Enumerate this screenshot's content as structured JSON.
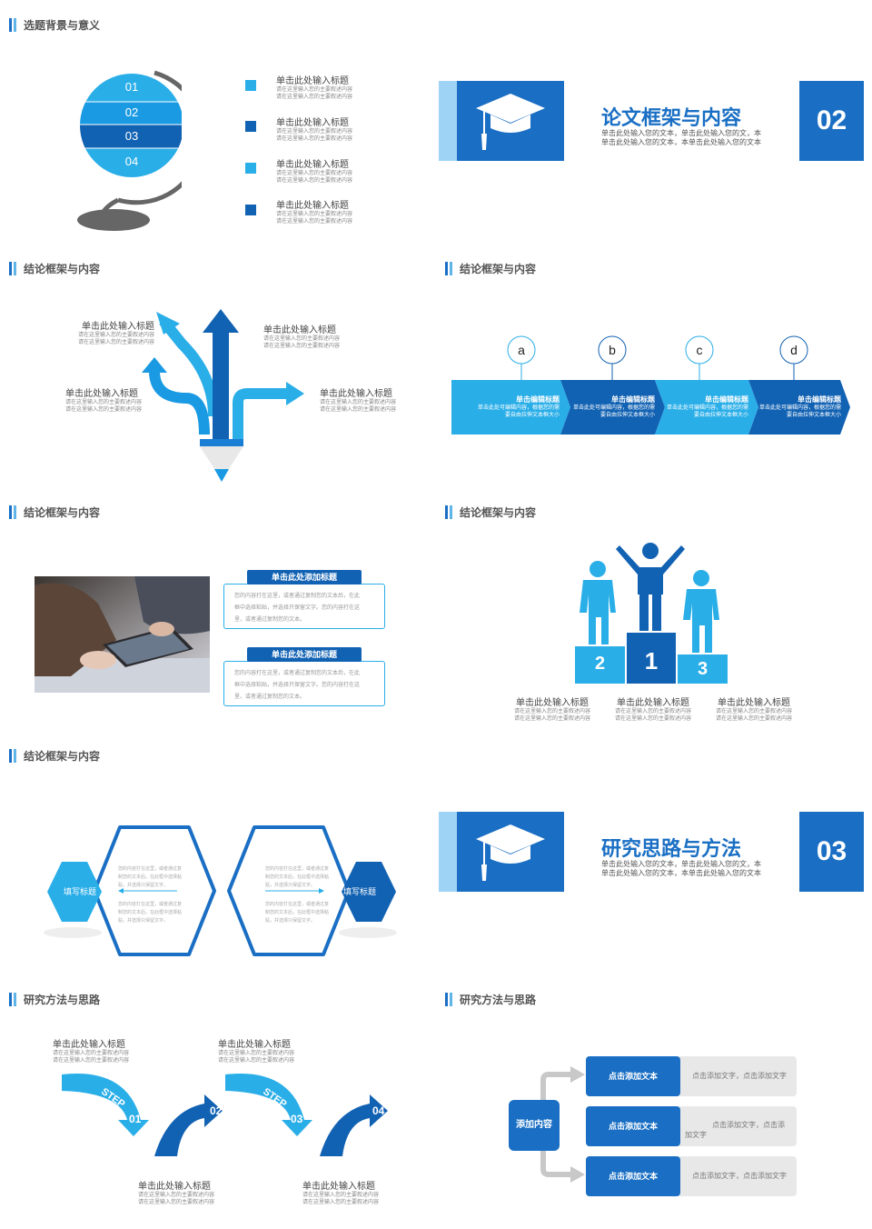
{
  "colors": {
    "dark_blue": "#1262b3",
    "mid_blue": "#1a7fd4",
    "light_blue": "#2aaee8",
    "pale_blue": "#9fd3f5",
    "gray": "#8a8a8a"
  },
  "s1": {
    "section": "选题背景与意义",
    "globe_bands": [
      "01",
      "02",
      "03",
      "04"
    ],
    "items": [
      {
        "title": "单击此处输入标题",
        "sub1": "请在这里输入您的主要叙述内容",
        "sub2": "请在这里输入您的主要叙述内容"
      },
      {
        "title": "单击此处输入标题",
        "sub1": "请在这里输入您的主要叙述内容",
        "sub2": "请在这里输入您的主要叙述内容"
      },
      {
        "title": "单击此处输入标题",
        "sub1": "请在这里输入您的主要叙述内容",
        "sub2": "请在这里输入您的主要叙述内容"
      },
      {
        "title": "单击此处输入标题",
        "sub1": "请在这里输入您的主要叙述内容",
        "sub2": "请在这里输入您的主要叙述内容"
      }
    ]
  },
  "s2": {
    "heading": "论文框架与内容",
    "line1": "单击此处输入您的文本，单击此处输入您的文，本",
    "line2": "单击此处输入您的文本，本单击此处输入您的文本",
    "number": "02",
    "icon": "graduation-cap-icon"
  },
  "s3": {
    "section": "结论框架与内容",
    "labels": [
      {
        "title": "单击此处输入标题",
        "sub1": "请在这里输入您的主要叙述内容",
        "sub2": "请在这里输入您的主要叙述内容"
      },
      {
        "title": "单击此处输入标题",
        "sub1": "请在这里输入您的主要叙述内容",
        "sub2": "请在这里输入您的主要叙述内容"
      },
      {
        "title": "单击此处输入标题",
        "sub1": "请在这里输入您的主要叙述内容",
        "sub2": "请在这里输入您的主要叙述内容"
      },
      {
        "title": "单击此处输入标题",
        "sub1": "请在这里输入您的主要叙述内容",
        "sub2": "请在这里输入您的主要叙述内容"
      }
    ]
  },
  "s4": {
    "section": "结论框架与内容",
    "steps": [
      {
        "letter": "a",
        "title": "单击编辑标题",
        "sub1": "单击此处可编辑内容，根据您的需",
        "sub2": "要自由拉伸文本框大小"
      },
      {
        "letter": "b",
        "title": "单击编辑标题",
        "sub1": "单击此处可编辑内容，根据您的需",
        "sub2": "要自由拉伸文本框大小"
      },
      {
        "letter": "c",
        "title": "单击编辑标题",
        "sub1": "单击此处可编辑内容，根据您的需",
        "sub2": "要自由拉伸文本框大小"
      },
      {
        "letter": "d",
        "title": "单击编辑标题",
        "sub1": "单击此处可编辑内容，根据您的需",
        "sub2": "要自由拉伸文本框大小"
      }
    ]
  },
  "s5": {
    "section": "结论框架与内容",
    "cards": [
      {
        "title": "单击此处添加标题",
        "line1": "您的内容打在这里，或者通过复制您的文本后，在此",
        "line2": "框中选择粘贴，并选择只保留文字。您的内容打在这",
        "line3": "里，或者通过复制您的文本。"
      },
      {
        "title": "单击此处添加标题",
        "line1": "您的内容打在这里，或者通过复制您的文本后，在此",
        "line2": "框中选择粘贴，并选择只保留文字。您的内容打在这",
        "line3": "里，或者通过复制您的文本。"
      }
    ]
  },
  "s6": {
    "section": "结论框架与内容",
    "podium": [
      "2",
      "1",
      "3"
    ],
    "labels": [
      {
        "title": "单击此处输入标题",
        "sub1": "请在这里输入您的主要叙述内容",
        "sub2": "请在这里输入您的主要叙述内容"
      },
      {
        "title": "单击此处输入标题",
        "sub1": "请在这里输入您的主要叙述内容",
        "sub2": "请在这里输入您的主要叙述内容"
      },
      {
        "title": "单击此处输入标题",
        "sub1": "请在这里输入您的主要叙述内容",
        "sub2": "请在这里输入您的主要叙述内容"
      }
    ]
  },
  "s7": {
    "section": "结论框架与内容",
    "left_tag": "填写标题",
    "right_tag": "填写标题",
    "text_a1": "您的内容打在这里，或者通过复",
    "text_a2": "制您的文本后，在此框中选择粘",
    "text_a3": "贴，并选择只保留文字。",
    "text_b1": "您的内容打在这里，或者通过复",
    "text_b2": "制您的文本后，在此框中选择粘",
    "text_b3": "贴，并选择只保留文字。"
  },
  "s8": {
    "heading": "研究思路与方法",
    "line1": "单击此处输入您的文本，单击此处输入您的文，本",
    "line2": "单击此处输入您的文本，本单击此处输入您的文本",
    "number": "03",
    "icon": "graduation-cap-icon"
  },
  "s9": {
    "section": "研究方法与思路",
    "step_word": "STEP",
    "steps": [
      "01",
      "02",
      "03",
      "04"
    ],
    "labels": [
      {
        "title": "单击此处输入标题",
        "sub1": "请在这里输入您的主要叙述内容",
        "sub2": "请在这里输入您的主要叙述内容"
      },
      {
        "title": "单击此处输入标题",
        "sub1": "请在这里输入您的主要叙述内容",
        "sub2": "请在这里输入您的主要叙述内容"
      },
      {
        "title": "单击此处输入标题",
        "sub1": "请在这里输入您的主要叙述内容",
        "sub2": "请在这里输入您的主要叙述内容"
      },
      {
        "title": "单击此处输入标题",
        "sub1": "请在这里输入您的主要叙述内容",
        "sub2": "请在这里输入您的主要叙述内容"
      }
    ]
  },
  "s10": {
    "section": "研究方法与思路",
    "root": "添加内容",
    "rows": [
      {
        "label": "点击添加文本",
        "text1": "点击添加文字，点击添加文字",
        "text2": ""
      },
      {
        "label": "点击添加文本",
        "text1": "点击添加文字，点击添",
        "text2": "加文字"
      },
      {
        "label": "点击添加文本",
        "text1": "点击添加文字，点击添加文字",
        "text2": ""
      }
    ]
  }
}
